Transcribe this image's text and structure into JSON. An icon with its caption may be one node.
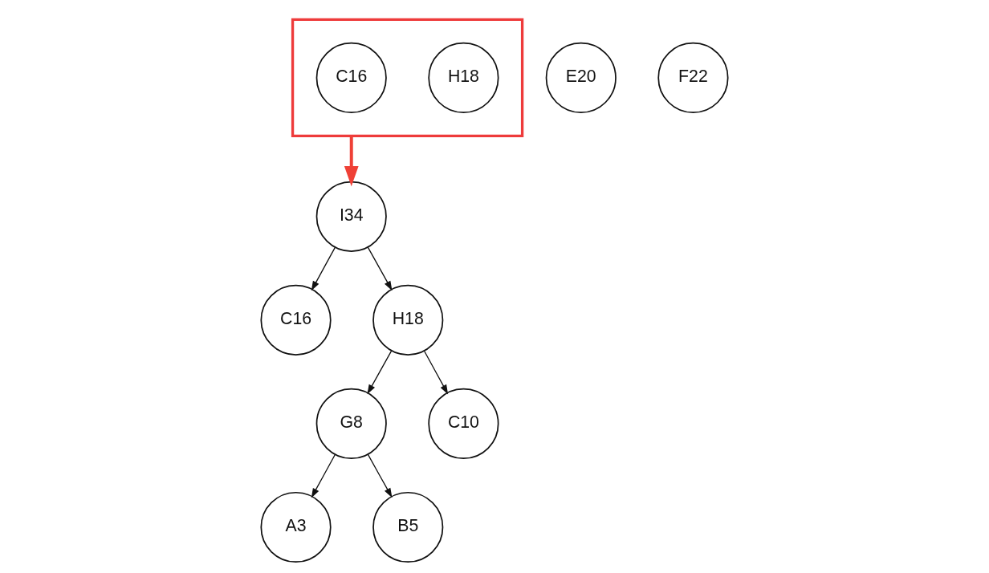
{
  "diagram": {
    "nodes": [
      {
        "text": [],
        "shape": "box"
      },
      {
        "text": [
          "C16"
        ],
        "in": 0
      },
      {
        "text": [
          "H18"
        ],
        "in": 0
      },
      {
        "text": [
          "E20"
        ]
      },
      {
        "text": [
          "F22"
        ]
      },
      {
        "text": [
          "I34"
        ]
      },
      {
        "text": [
          "C16"
        ]
      },
      {
        "text": [
          "H18"
        ]
      },
      {
        "text": [
          "G8"
        ]
      },
      {
        "text": [
          "C10"
        ]
      },
      {
        "text": [
          "A3"
        ]
      },
      {
        "text": [
          "B5"
        ]
      }
    ],
    "edges": [
      {
        "from": 0,
        "to": 5,
        "arrow": "to",
        "style": "thick",
        "color": "#ef4036"
      },
      {
        "from": 5,
        "to": 6,
        "arrow": "to"
      },
      {
        "from": 5,
        "to": 7,
        "arrow": "to"
      },
      {
        "from": 7,
        "to": 8,
        "arrow": "to"
      },
      {
        "from": 7,
        "to": 9,
        "arrow": "to"
      },
      {
        "from": 8,
        "to": 10,
        "arrow": "to"
      },
      {
        "from": 8,
        "to": 11,
        "arrow": "to"
      }
    ]
  }
}
